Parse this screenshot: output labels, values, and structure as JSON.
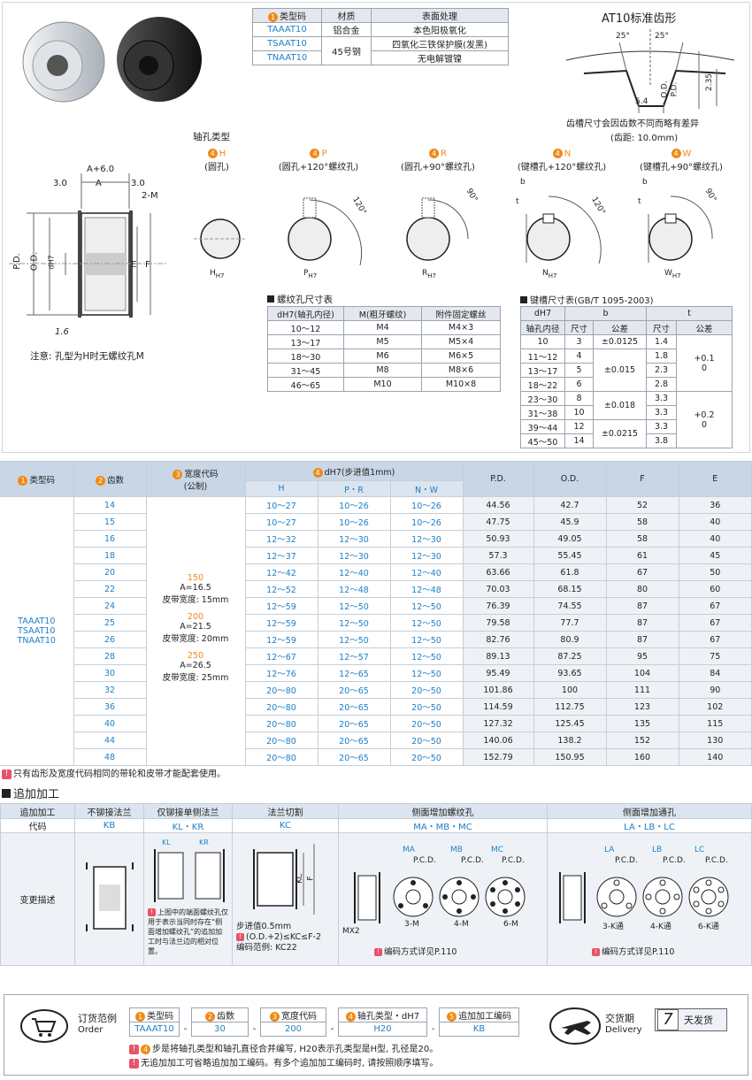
{
  "type_table": {
    "headers": [
      "类型码",
      "材质",
      "表面处理"
    ],
    "rows": [
      {
        "code": "TAAAT10",
        "material": "铝合金",
        "finish": "本色阳极氧化"
      },
      {
        "code": "TSAAT10",
        "material": "45号钢",
        "finish": "四氧化三铁保护膜(发黑)"
      },
      {
        "code": "TNAAT10",
        "material": "",
        "finish": "无电解镀镍"
      }
    ]
  },
  "tooth_profile": {
    "title": "AT10标准齿形",
    "angle_left": "25°",
    "angle_right": "25°",
    "dim_54": "5.4",
    "dim_od": "O.D.",
    "dim_pd": "P.D.",
    "dim_235": "2.35",
    "note1": "齿槽尺寸会因齿数不同而略有差异",
    "note2": "(齿距: 10.0mm)"
  },
  "dimension_drawing": {
    "a6": "A+6.0",
    "l30": "3.0",
    "a": "A",
    "r30": "3.0",
    "m2": "2-M",
    "pd": "P.D.",
    "od": "O.D.",
    "dh7": "dH7",
    "e": "E",
    "f": "F",
    "v16": "1.6",
    "note": "注意: 孔型为H时无螺纹孔M"
  },
  "bore_types": {
    "title": "轴孔类型",
    "items": [
      {
        "code": "H",
        "desc": "(圆孔)",
        "label": "H",
        "sub": "H7"
      },
      {
        "code": "P",
        "desc": "(圆孔+120°螺纹孔)",
        "label": "P",
        "sub": "H7",
        "angle": "120°"
      },
      {
        "code": "R",
        "desc": "(圆孔+90°螺纹孔)",
        "label": "R",
        "sub": "H7",
        "angle": "90°"
      },
      {
        "code": "N",
        "desc": "(键槽孔+120°螺纹孔)",
        "label": "N",
        "sub": "H7",
        "angle": "120°",
        "b": "b",
        "t": "t"
      },
      {
        "code": "W",
        "desc": "(键槽孔+90°螺纹孔)",
        "label": "W",
        "sub": "H7",
        "angle": "90°",
        "b": "b",
        "t": "t"
      }
    ]
  },
  "screw_table": {
    "title": "螺纹孔尺寸表",
    "headers": [
      "dH7(轴孔内径)",
      "M(粗牙螺纹)",
      "附件固定螺丝"
    ],
    "rows": [
      [
        "10～12",
        "M4",
        "M4×3"
      ],
      [
        "13～17",
        "M5",
        "M5×4"
      ],
      [
        "18～30",
        "M6",
        "M6×5"
      ],
      [
        "31～45",
        "M8",
        "M8×6"
      ],
      [
        "46～65",
        "M10",
        "M10×8"
      ]
    ]
  },
  "key_table": {
    "title": "键槽尺寸表(GB/T 1095-2003)",
    "h_dh7": "dH7",
    "h_bore": "轴孔内径",
    "h_b": "b",
    "h_t": "t",
    "h_size": "尺寸",
    "h_tol": "公差",
    "h_size2": "尺寸",
    "h_tol2": "公差",
    "rows": [
      {
        "d": "10",
        "b": "3",
        "t": "1.4"
      },
      {
        "d": "11～12",
        "b": "4",
        "t": "1.8"
      },
      {
        "d": "13～17",
        "b": "5",
        "t": "2.3"
      },
      {
        "d": "18～22",
        "b": "6",
        "t": "2.8"
      },
      {
        "d": "23～30",
        "b": "8",
        "t": "3.3"
      },
      {
        "d": "31～38",
        "b": "10",
        "t": "3.3"
      },
      {
        "d": "39～44",
        "b": "12",
        "t": "3.3"
      },
      {
        "d": "45～50",
        "b": "14",
        "t": "3.8"
      }
    ],
    "b_tol": [
      "±0.0125",
      "±0.015",
      "±0.018",
      "±0.0215"
    ],
    "t_tol1": "+0.1\n0",
    "t_tol2": "+0.2\n0"
  },
  "main_table": {
    "h_type": "类型码",
    "h_teeth": "齿数",
    "h_width": "宽度代码",
    "h_width_sub": "(公制)",
    "h_dh7": "dH7(步进值1mm)",
    "h_h": "H",
    "h_pr": "P・R",
    "h_nw": "N・W",
    "h_pd": "P.D.",
    "h_od": "O.D.",
    "h_f": "F",
    "h_e": "E",
    "types": [
      "TAAAT10",
      "TSAAT10",
      "TNAAT10"
    ],
    "widths": [
      {
        "code": "150",
        "a": "A=16.5",
        "belt": "皮带宽度: 15mm"
      },
      {
        "code": "200",
        "a": "A=21.5",
        "belt": "皮带宽度: 20mm"
      },
      {
        "code": "250",
        "a": "A=26.5",
        "belt": "皮带宽度: 25mm"
      }
    ],
    "rows": [
      [
        "14",
        "10～27",
        "10～26",
        "10～26",
        "44.56",
        "42.7",
        "52",
        "36"
      ],
      [
        "15",
        "10～27",
        "10～26",
        "10～26",
        "47.75",
        "45.9",
        "58",
        "40"
      ],
      [
        "16",
        "12～32",
        "12～30",
        "12～30",
        "50.93",
        "49.05",
        "58",
        "40"
      ],
      [
        "18",
        "12～37",
        "12～30",
        "12～30",
        "57.3",
        "55.45",
        "61",
        "45"
      ],
      [
        "20",
        "12～42",
        "12～40",
        "12～40",
        "63.66",
        "61.8",
        "67",
        "50"
      ],
      [
        "22",
        "12～52",
        "12～48",
        "12～48",
        "70.03",
        "68.15",
        "80",
        "60"
      ],
      [
        "24",
        "12～59",
        "12～50",
        "12～50",
        "76.39",
        "74.55",
        "87",
        "67"
      ],
      [
        "25",
        "12～59",
        "12～50",
        "12～50",
        "79.58",
        "77.7",
        "87",
        "67"
      ],
      [
        "26",
        "12～59",
        "12～50",
        "12～50",
        "82.76",
        "80.9",
        "87",
        "67"
      ],
      [
        "28",
        "12～67",
        "12～57",
        "12～50",
        "89.13",
        "87.25",
        "95",
        "75"
      ],
      [
        "30",
        "12～76",
        "12～65",
        "12～50",
        "95.49",
        "93.65",
        "104",
        "84"
      ],
      [
        "32",
        "20～80",
        "20～65",
        "20～50",
        "101.86",
        "100",
        "111",
        "90"
      ],
      [
        "36",
        "20～80",
        "20～65",
        "20～50",
        "114.59",
        "112.75",
        "123",
        "102"
      ],
      [
        "40",
        "20～80",
        "20～65",
        "20～50",
        "127.32",
        "125.45",
        "135",
        "115"
      ],
      [
        "44",
        "20～80",
        "20～65",
        "20～50",
        "140.06",
        "138.2",
        "152",
        "130"
      ],
      [
        "48",
        "20～80",
        "20～65",
        "20～50",
        "152.79",
        "150.95",
        "160",
        "140"
      ]
    ],
    "note": "只有齿形及宽度代码相同的带轮和皮带才能配套使用。"
  },
  "additional": {
    "title": "追加加工",
    "h_add": "追加加工",
    "h_code": "代码",
    "h_desc": "变更描述",
    "cols": [
      {
        "name": "不铆接法兰",
        "code": "KB"
      },
      {
        "name": "仅铆接单侧法兰",
        "code": "KL・KR"
      },
      {
        "name": "法兰切割",
        "code": "KC"
      },
      {
        "name": "侧面增加螺纹孔",
        "code": "MA・MB・MC"
      },
      {
        "name": "侧面增加通孔",
        "code": "LA・LB・LC"
      }
    ],
    "kl": "KL",
    "kr": "KR",
    "kl_note": "上图中的端面螺纹孔仅用于表示当同时存在“侧面增加螺纹孔”的追加加工时与法兰边的相对位置。",
    "kc_label": "KC",
    "kc_f": "F",
    "kc_step": "步进值0.5mm",
    "kc_range": "(O.D.+2)≤KC≤F-2",
    "kc_example": "编码范例: KC22",
    "ma": "MA",
    "mb": "MB",
    "mc": "MC",
    "pcd": "P.C.D.",
    "m3": "3-M",
    "m4": "4-M",
    "m6": "6-M",
    "mx2": "MX2",
    "m_note": "编码方式详见P.110",
    "la": "LA",
    "lb": "LB",
    "lc": "LC",
    "k3": "3-K通",
    "k4": "4-K通",
    "k6": "6-K通",
    "l_note": "编码方式详见P.110"
  },
  "order": {
    "label": "订货范例",
    "label_en": "Order",
    "headers": [
      "类型码",
      "齿数",
      "宽度代码",
      "轴孔类型・dH7",
      "追加加工编码"
    ],
    "values": [
      "TAAAT10",
      "30",
      "200",
      "H20",
      "KB"
    ],
    "note1": "步是将轴孔类型和轴孔直径合并编写, H20表示孔类型是H型, 孔径是20。",
    "note2": "无追加加工可省略追加加工编码。有多个追加加工编码时, 请按照顺序填写。",
    "delivery_label": "交货期",
    "delivery_en": "Delivery",
    "delivery_days": "7",
    "delivery_unit": "天发货"
  },
  "colors": {
    "accent": "#1e7fc6",
    "orange": "#ef8a17",
    "header": "#c9d6e6"
  }
}
